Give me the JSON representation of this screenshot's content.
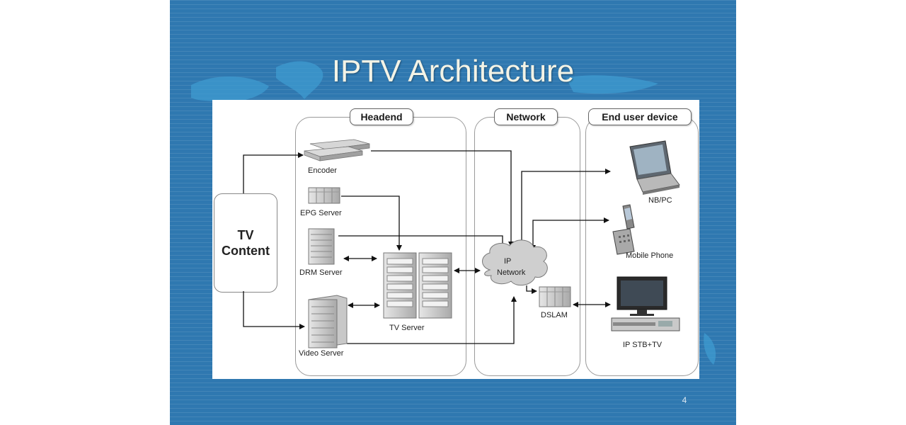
{
  "slide": {
    "title": "IPTV Architecture",
    "page_number": "4"
  },
  "diagram": {
    "sections": {
      "headend": "Headend",
      "network": "Network",
      "end_user": "End user device"
    },
    "source": {
      "line1": "TV",
      "line2": "Content"
    },
    "nodes": {
      "encoder": "Encoder",
      "epg_server": "EPG Server",
      "drm_server": "DRM Server",
      "video_server": "Video Server",
      "tv_server": "TV Server",
      "ip_network_line1": "IP",
      "ip_network_line2": "Network",
      "dslam": "DSLAM",
      "nb_pc": "NB/PC",
      "mobile_phone": "Mobile Phone",
      "ip_stb_tv": "IP STB+TV"
    }
  }
}
